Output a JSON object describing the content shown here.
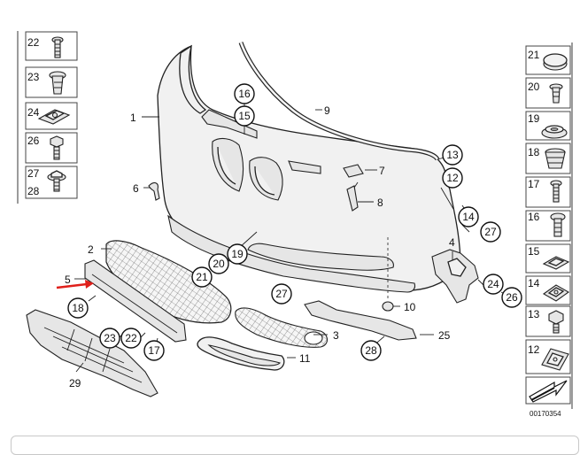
{
  "diagram": {
    "doc_number": "00170354",
    "left_column": [
      "22",
      "23",
      "24",
      "26",
      "27",
      "28"
    ],
    "right_column": [
      "21",
      "20",
      "19",
      "18",
      "17",
      "16",
      "15",
      "14",
      "13",
      "12"
    ],
    "callouts": {
      "c1": "1",
      "c2": "2",
      "c3": "3",
      "c4": "4",
      "c5": "5",
      "c6": "6",
      "c7": "7",
      "c8": "8",
      "c9": "9",
      "c10": "10",
      "c11": "11",
      "c12": "12",
      "c13": "13",
      "c14": "14",
      "c15": "15",
      "c16": "16",
      "c17": "17",
      "c18": "18",
      "c19": "19",
      "c20": "20",
      "c21": "21",
      "c22": "22",
      "c23": "23",
      "c24": "24",
      "c25": "25",
      "c26": "26",
      "c27a": "27",
      "c27b": "27",
      "c28": "28",
      "c29": "29"
    },
    "colors": {
      "arrow": "#e0201b",
      "line": "#222222"
    }
  }
}
